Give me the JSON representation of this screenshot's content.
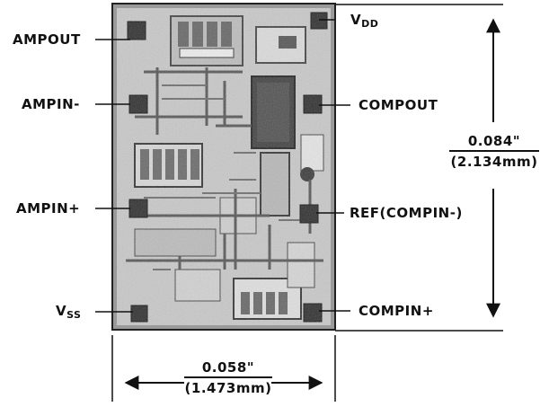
{
  "labels": {
    "ampout": "AMPOUT",
    "ampin_minus": "AMPIN-",
    "ampin_plus": "AMPIN+",
    "vss_main": "V",
    "vss_sub": "SS",
    "vdd_main": "V",
    "vdd_sub": "DD",
    "compout": "COMPOUT",
    "ref": "REF(COMPIN-)",
    "compin_plus": "COMPIN+"
  },
  "dimensions": {
    "height_in": "0.084\"",
    "height_mm": "(2.134mm)",
    "width_in": "0.058\"",
    "width_mm": "(1.473mm)"
  },
  "colors": {
    "die_dark": "#3a3a3a",
    "die_mid": "#8a8a8a",
    "die_light": "#d4d4d4",
    "ink": "#111111"
  }
}
